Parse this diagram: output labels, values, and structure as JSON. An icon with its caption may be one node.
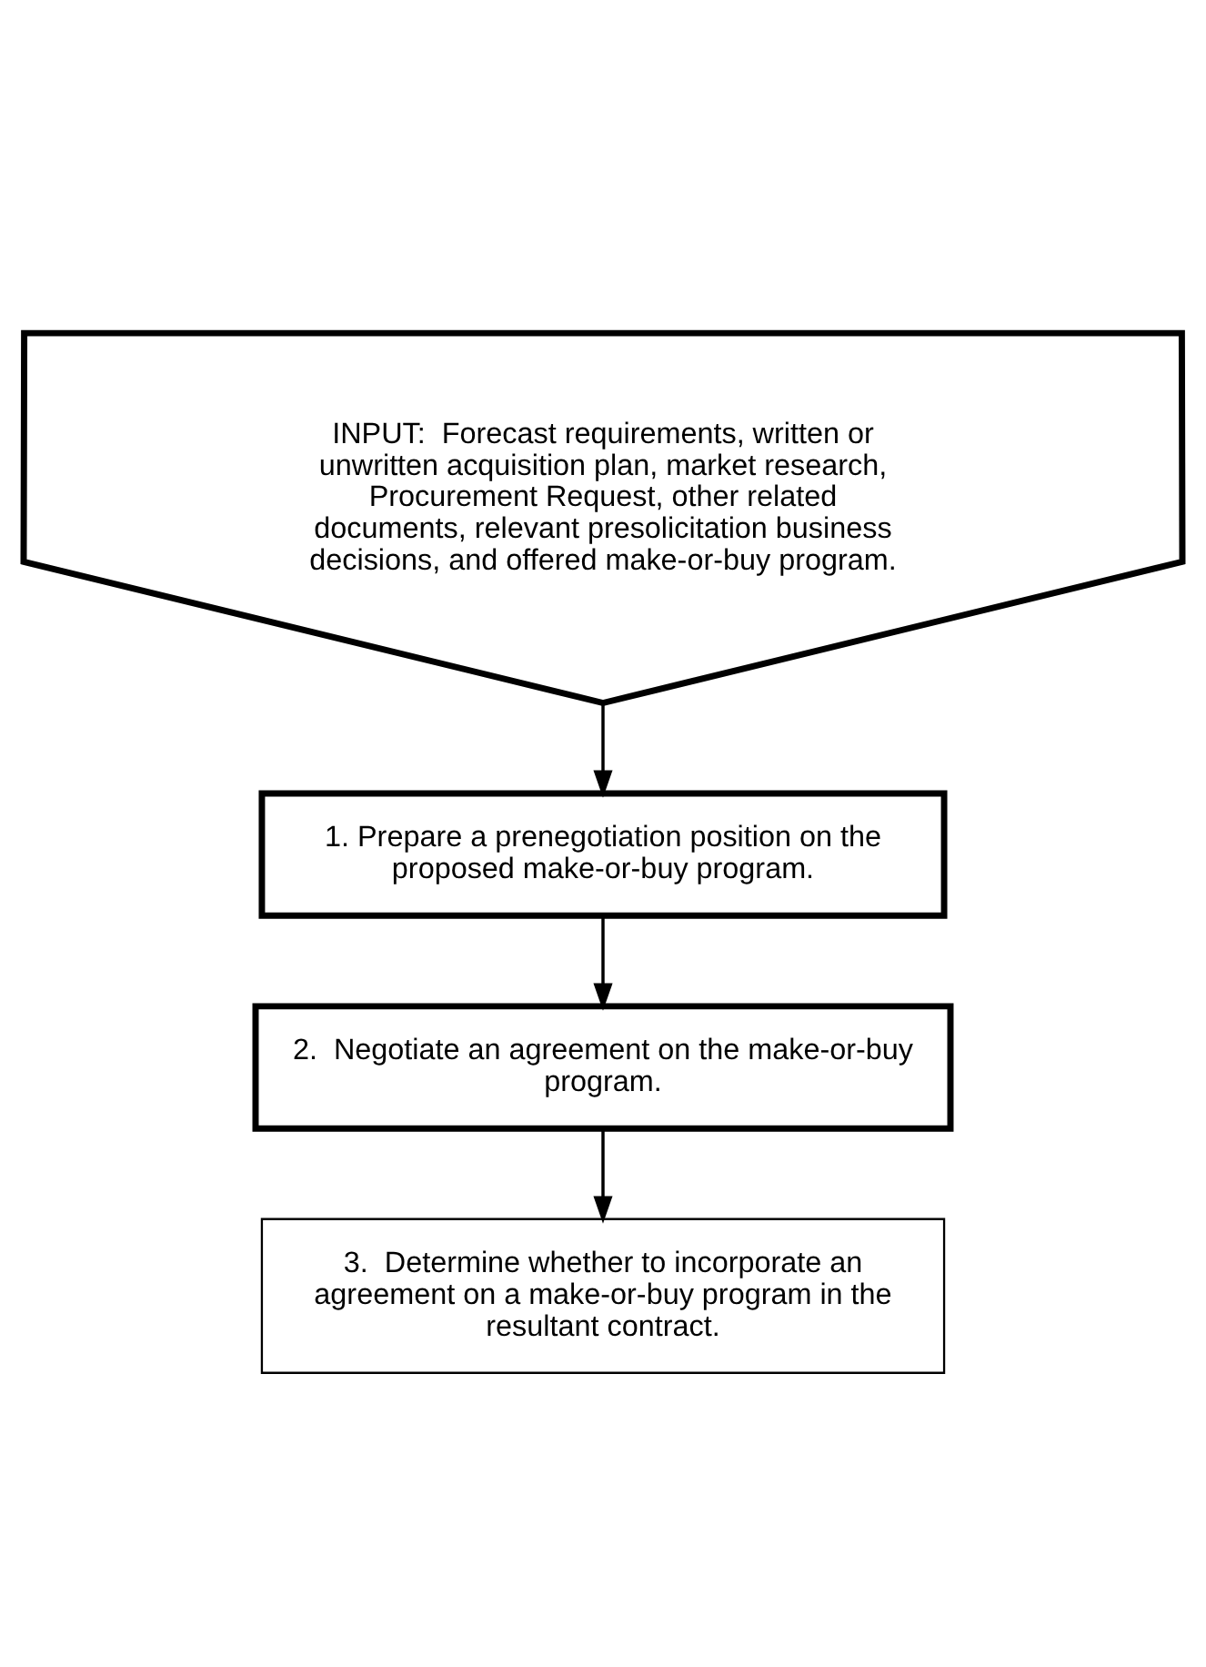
{
  "diagram": {
    "nodes": [
      {
        "text": [
          "INPUT:  Forecast requirements, written or unwritten acquisition plan, market research, Procurement Request, other related documents, relevant presolicitation business decisions, and offered make-or-buy program."
        ]
      },
      {
        "text": [
          "1. Prepare a prenegotiation position on the proposed make-or-buy program."
        ]
      },
      {
        "text": [
          "2.  Negotiate an agreement on the make-or-buy program."
        ]
      },
      {
        "text": [
          "3.  Determine whether to incorporate an agreement on a make-or-buy program in the resultant contract."
        ]
      }
    ],
    "edges": [
      {
        "from": 0,
        "to": 1,
        "arrow": "to"
      },
      {
        "from": 1,
        "to": 2,
        "arrow": "to"
      },
      {
        "from": 2,
        "to": 3,
        "arrow": "to"
      }
    ]
  }
}
